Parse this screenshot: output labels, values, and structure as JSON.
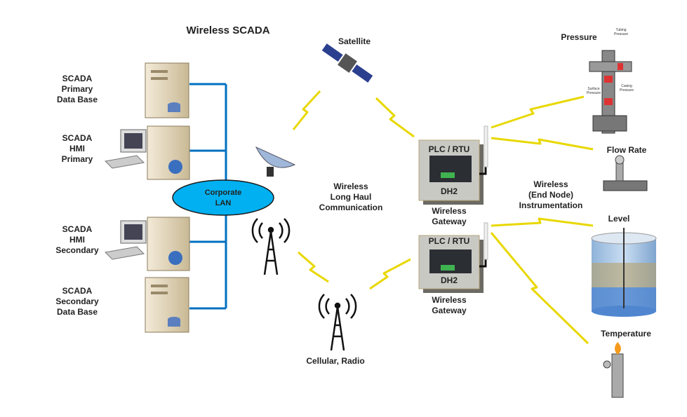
{
  "title": "Wireless SCADA",
  "left_nodes": [
    {
      "label": "SCADA\nPrimary\nData Base",
      "type": "database-server"
    },
    {
      "label": "SCADA\nHMI\nPrimary",
      "type": "hmi-workstation"
    },
    {
      "label": "SCADA\nHMI\nSecondary",
      "type": "hmi-workstation"
    },
    {
      "label": "SCADA\nSecondary\nData Base",
      "type": "database-server"
    }
  ],
  "lan": {
    "label": "Corporate\nLAN",
    "color": "#00b0f0"
  },
  "lan_line_color": "#0070c0",
  "satellite": {
    "label": "Satellite"
  },
  "long_haul": {
    "label": "Wireless\nLong Haul\nCommunication"
  },
  "cellular": {
    "label": "Cellular, Radio"
  },
  "gateways": [
    {
      "title": "PLC / RTU",
      "model": "DH2",
      "caption": "Wireless\nGateway"
    },
    {
      "title": "PLC / RTU",
      "model": "DH2",
      "caption": "Wireless\nGateway"
    }
  ],
  "end_node": {
    "label": "Wireless\n(End Node)\nInstrumentation"
  },
  "instruments": [
    {
      "label": "Pressure",
      "sub_labels": [
        "Tubing\nPressure",
        "Surface\nPressure",
        "Casing\nPressure"
      ]
    },
    {
      "label": "Flow Rate"
    },
    {
      "label": "Level"
    },
    {
      "label": "Temperature"
    }
  ],
  "bolt_color": "#f5e400"
}
